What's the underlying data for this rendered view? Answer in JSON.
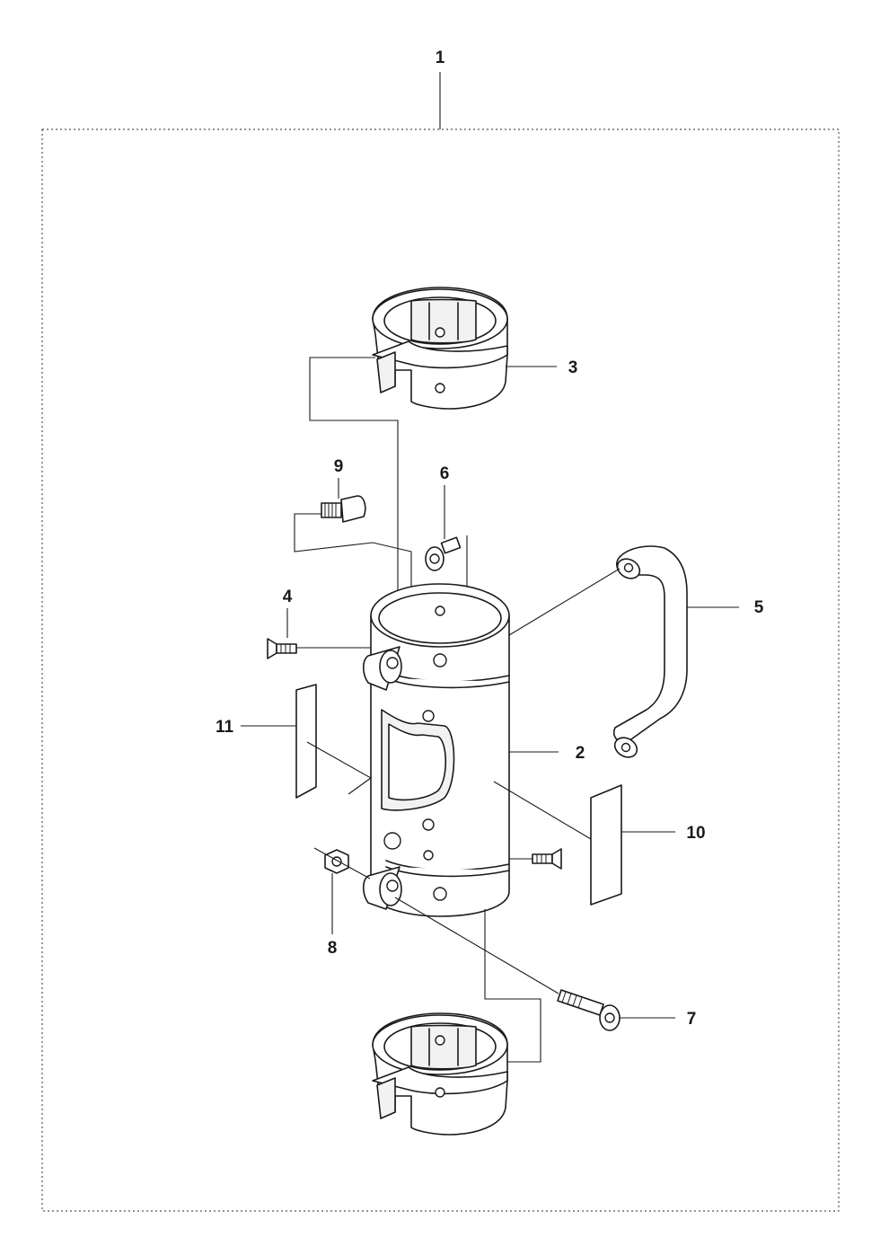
{
  "callouts": {
    "assembly": "1",
    "tube": "2",
    "upper_collar": "3",
    "countersunk_screw": "4",
    "handle": "5",
    "socket_screw_small": "6",
    "socket_screw_long": "7",
    "nut": "8",
    "hex_bolt": "9",
    "label_right": "10",
    "label_left": "11"
  }
}
